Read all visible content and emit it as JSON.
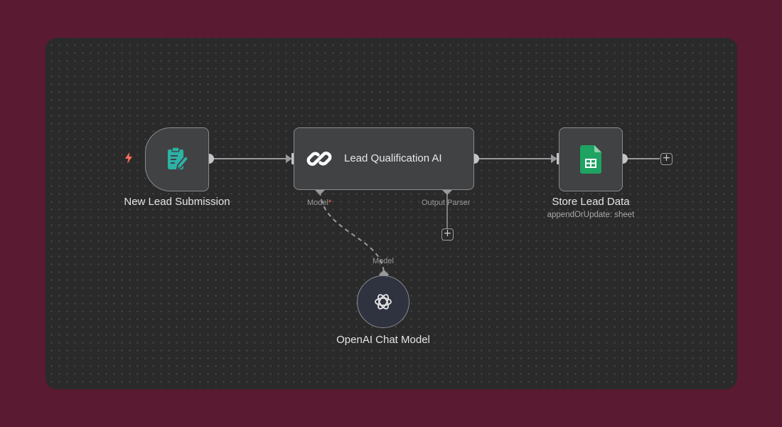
{
  "nodes": {
    "trigger": {
      "name": "New Lead Submission",
      "icon": "form-edit-icon",
      "icon_color": "#2bb3a6"
    },
    "agent": {
      "name": "Lead Qualification AI",
      "icon": "chain-link-icon",
      "ports": {
        "model": "Model",
        "model_required": "*",
        "output_parser": "Output Parser"
      }
    },
    "sheets": {
      "name": "Store Lead Data",
      "subtitle": "appendOrUpdate: sheet",
      "icon": "google-sheets-icon",
      "icon_color": "#1ea362"
    },
    "model": {
      "name": "OpenAI Chat Model",
      "port_label": "Model",
      "icon": "openai-icon"
    }
  },
  "add_button_label": "+",
  "colors": {
    "background": "#5a1a31",
    "canvas": "#2a2a2a",
    "node": "#414244",
    "node_border": "#8a8a8e",
    "trigger_bolt": "#ff6d5a"
  }
}
